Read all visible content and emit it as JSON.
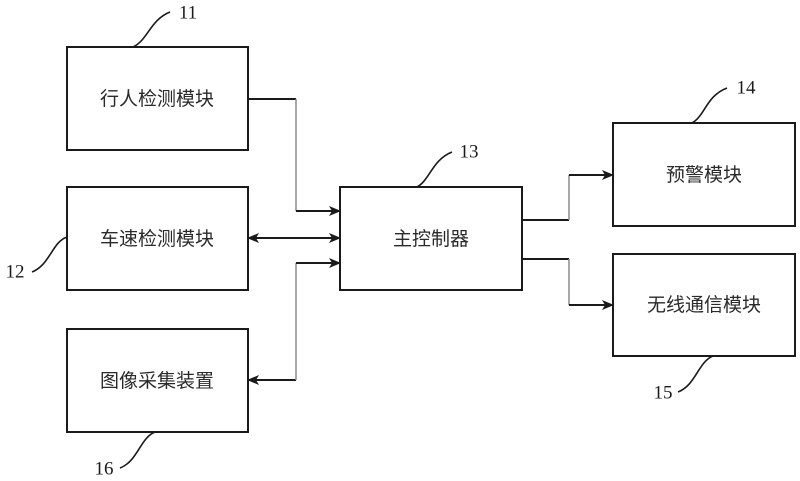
{
  "diagram": {
    "type": "block-diagram",
    "nodes": [
      {
        "id": "11",
        "label": "行人检测模块",
        "ref": "11"
      },
      {
        "id": "12",
        "label": "车速检测模块",
        "ref": "12"
      },
      {
        "id": "16",
        "label": "图像采集装置",
        "ref": "16"
      },
      {
        "id": "13",
        "label": "主控制器",
        "ref": "13"
      },
      {
        "id": "14",
        "label": "预警模块",
        "ref": "14"
      },
      {
        "id": "15",
        "label": "无线通信模块",
        "ref": "15"
      }
    ],
    "edges": [
      {
        "from": "11",
        "to": "13",
        "direction": "one-way"
      },
      {
        "from": "12",
        "to": "13",
        "direction": "two-way"
      },
      {
        "from": "16",
        "to": "13",
        "direction": "two-way"
      },
      {
        "from": "13",
        "to": "14",
        "direction": "one-way"
      },
      {
        "from": "13",
        "to": "15",
        "direction": "one-way"
      }
    ]
  },
  "nodes": {
    "pedestrian": {
      "label": "行人检测模块",
      "ref": "11"
    },
    "speed": {
      "label": "车速检测模块",
      "ref": "12"
    },
    "controller": {
      "label": "主控制器",
      "ref": "13"
    },
    "warning": {
      "label": "预警模块",
      "ref": "14"
    },
    "wireless": {
      "label": "无线通信模块",
      "ref": "15"
    },
    "camera": {
      "label": "图像采集装置",
      "ref": "16"
    }
  }
}
